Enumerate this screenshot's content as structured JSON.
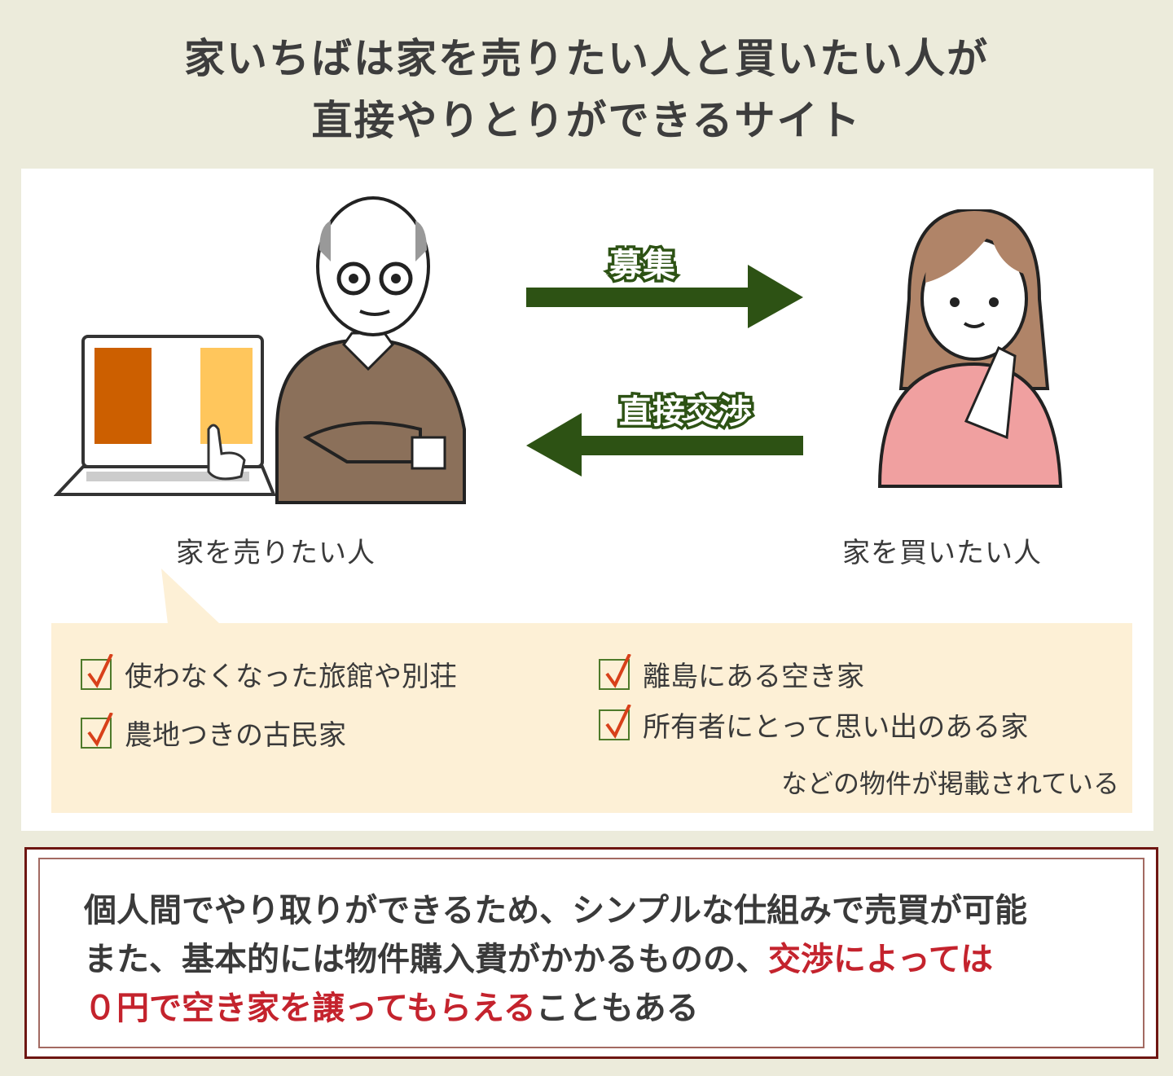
{
  "title": {
    "line1": "家いちばは家を売りたい人と買いたい人が",
    "line2": "直接やりとりができるサイト"
  },
  "diagram": {
    "seller_label": "家を売りたい人",
    "buyer_label": "家を買いたい人",
    "arrow_right_label": "募集",
    "arrow_left_label": "直接交渉",
    "arrow_color": "#2d5214"
  },
  "checklist": {
    "items": [
      "使わなくなった旅館や別荘",
      "農地つきの古民家",
      "離島にある空き家",
      "所有者にとって思い出のある家"
    ],
    "footnote": "などの物件が掲載されている"
  },
  "summary": {
    "line1": "個人間でやり取りができるため、シンプルな仕組みで売買が可能",
    "line2_plain": "また、基本的には物件購入費がかかるものの、",
    "line2_red": "交渉によっては",
    "line3_red": "０円で空き家を譲ってもらえる",
    "line3_plain": "こともある",
    "highlight_color": "#c4232d"
  }
}
